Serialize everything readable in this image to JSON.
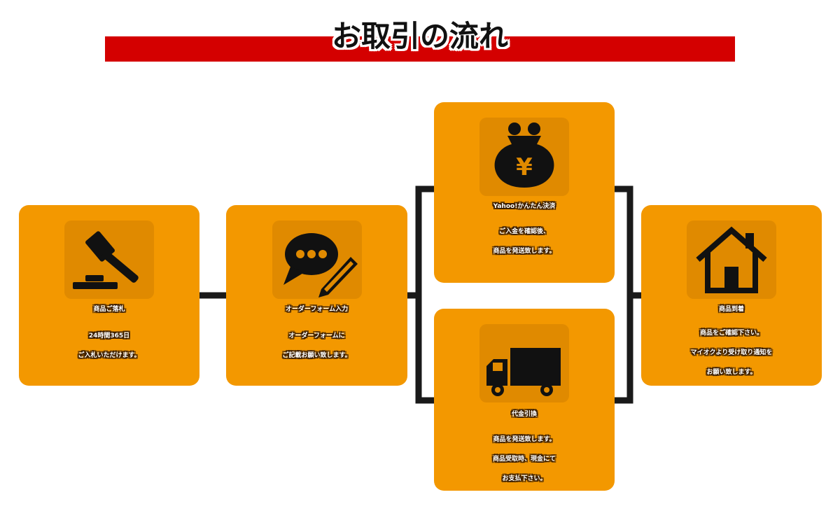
{
  "page": {
    "title": "お取引の流れ",
    "colors": {
      "banner": "#d40000",
      "card": "#f39800",
      "icon_tile": "#e08a00",
      "connector": "#1a1a1a"
    }
  },
  "steps": [
    {
      "title": "商品ご落札",
      "lines": [
        "24時間365日",
        "ご入札いただけます。"
      ],
      "icon": "gavel-icon"
    },
    {
      "title": "オーダーフォーム入力",
      "lines": [
        "オーダーフォームに",
        "ご記載お願い致します。"
      ],
      "icon": "chat-pencil-icon"
    },
    {
      "title": "Yahoo!かんたん決済",
      "lines": [
        "ご入金を確認後、",
        "商品を発送致します。"
      ],
      "icon": "yen-purse-icon"
    },
    {
      "title": "代金引換",
      "lines": [
        "商品を発送致します。",
        "商品受取時、現金にて",
        "お支払下さい。"
      ],
      "icon": "truck-icon"
    },
    {
      "title": "商品到着",
      "lines": [
        "商品をご確認下さい。",
        "マイオクより受け取り通知を",
        "お願い致します。"
      ],
      "icon": "house-icon"
    }
  ]
}
